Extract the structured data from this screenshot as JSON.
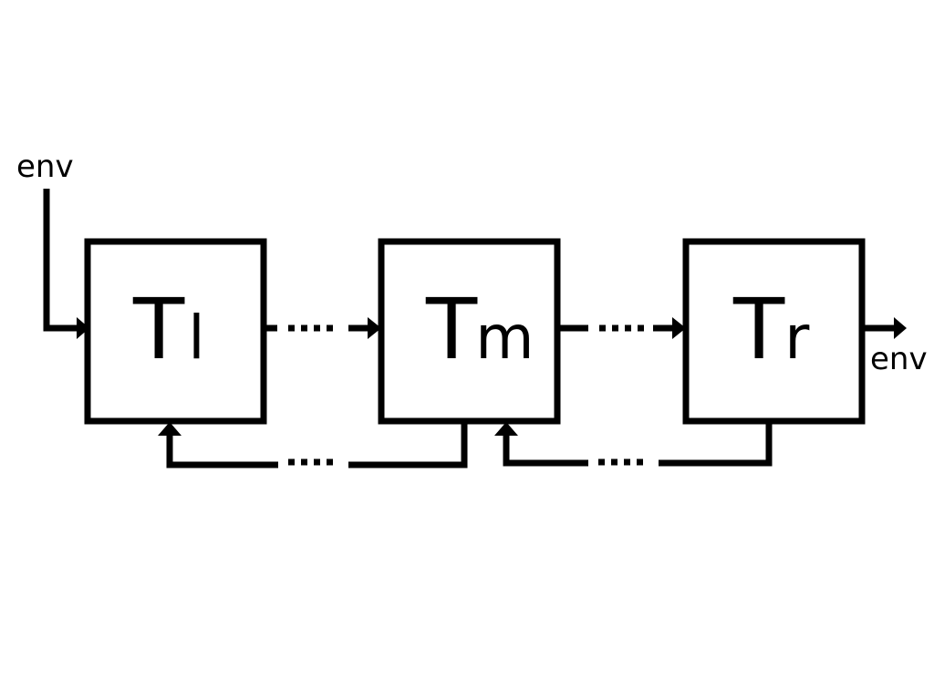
{
  "env_in_label": "env",
  "env_out_label": "env",
  "boxes": [
    {
      "main": "T",
      "sub": "l"
    },
    {
      "main": "T",
      "sub": "m"
    },
    {
      "main": "T",
      "sub": "r"
    }
  ],
  "colors": {
    "ink": "#000000",
    "background": "#ffffff"
  }
}
